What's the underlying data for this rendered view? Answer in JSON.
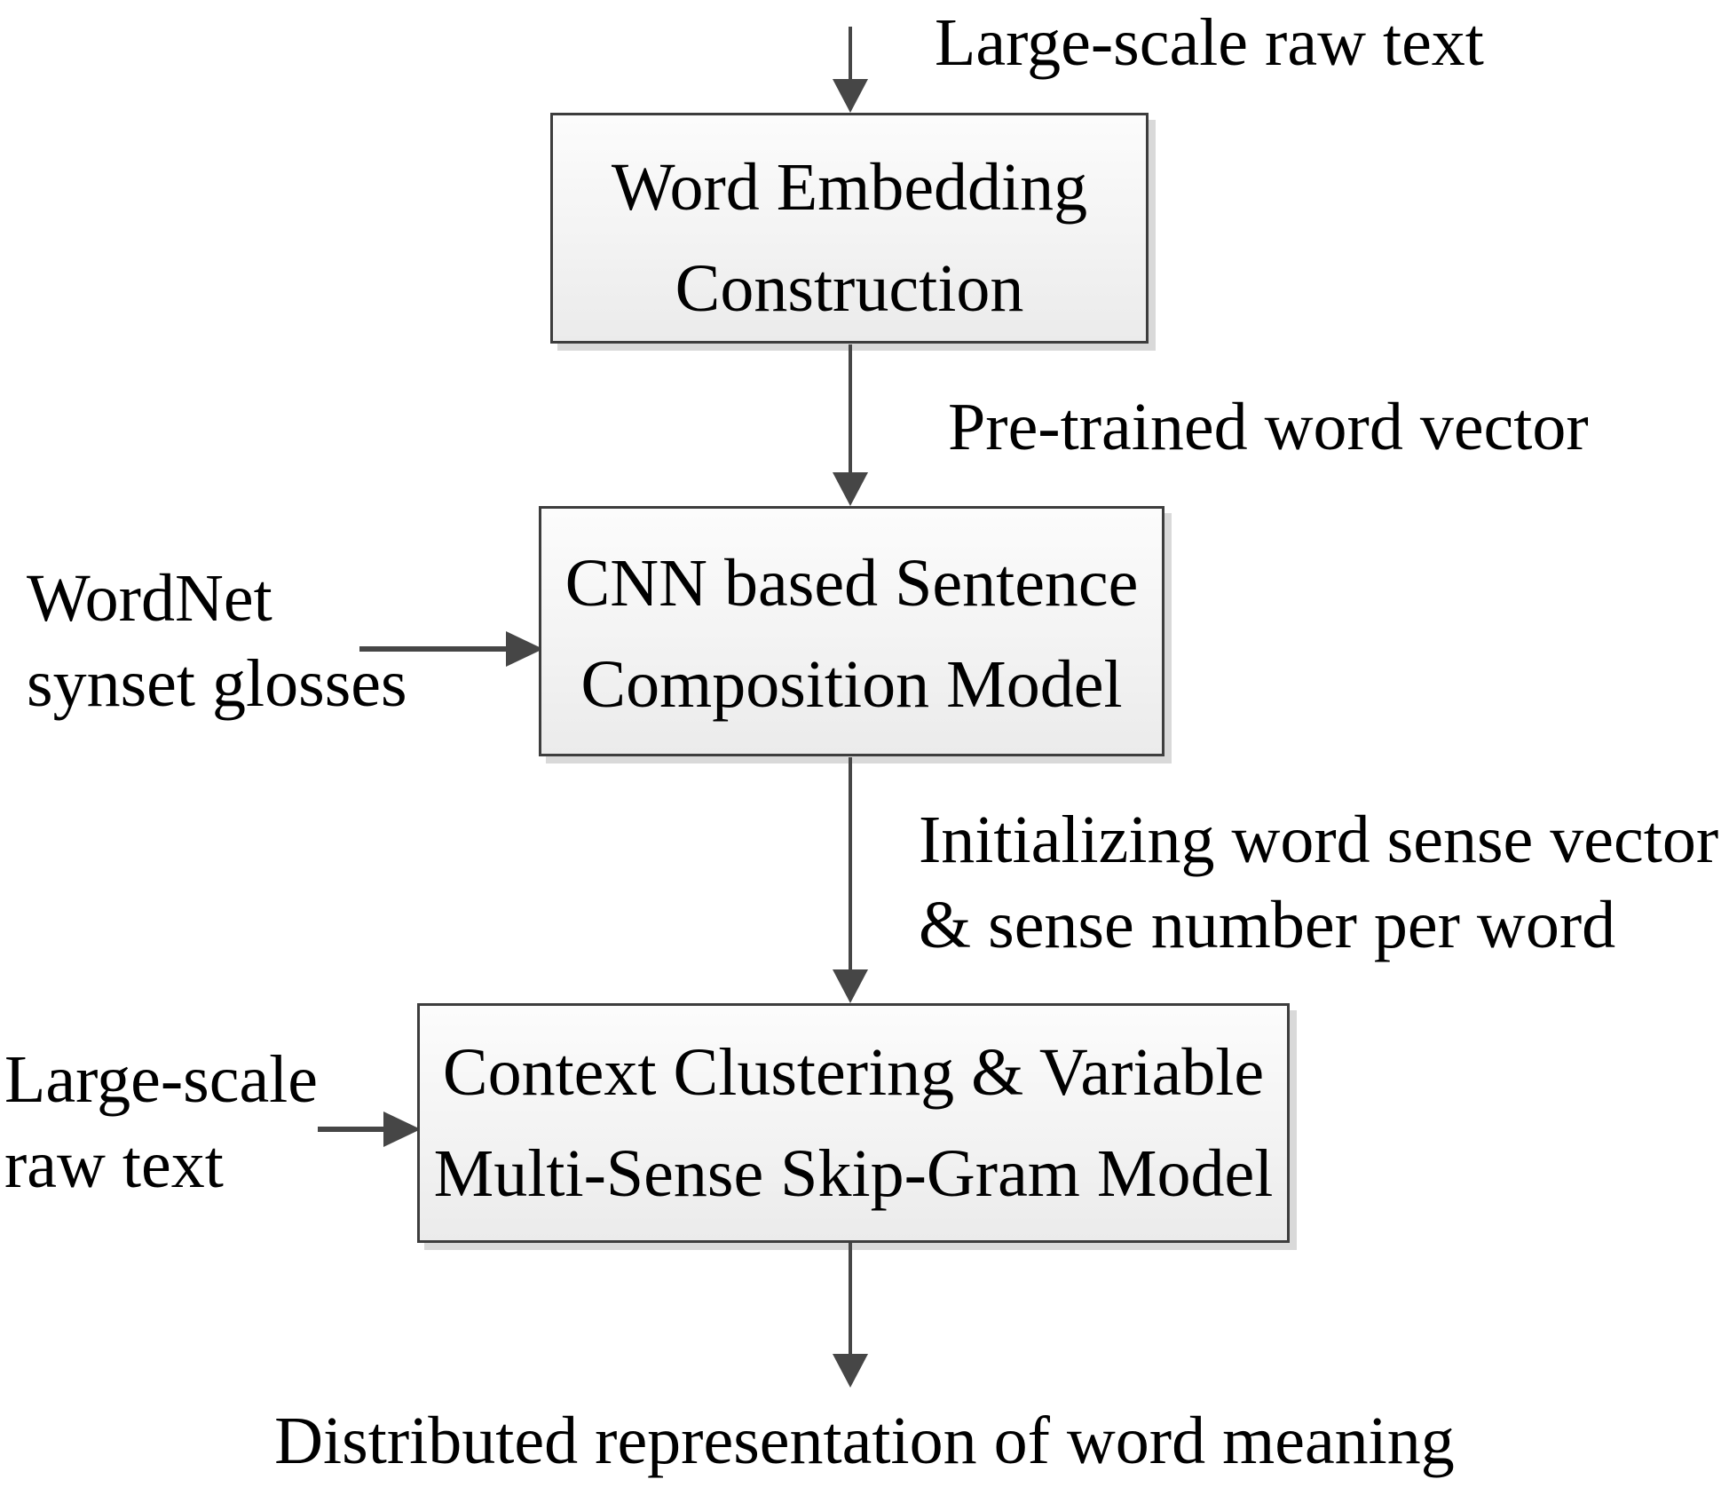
{
  "figure": {
    "type": "flowchart",
    "boxes": [
      {
        "id": "word-embedding-construction",
        "line1": "Word Embedding",
        "line2": "Construction"
      },
      {
        "id": "cnn-sentence-composition",
        "line1": "CNN based Sentence",
        "line2": "Composition Model"
      },
      {
        "id": "context-clustering-msskipgram",
        "line1": "Context Clustering & Variable",
        "line2": "Multi-Sense Skip-Gram Model"
      }
    ],
    "labels": {
      "top_input": "Large-scale raw text",
      "pretrained": "Pre-trained word vector",
      "initializing_line1": "Initializing word sense vector",
      "initializing_line2": "& sense number per word",
      "wordnet_line1": "WordNet",
      "wordnet_line2": "synset glosses",
      "largescale_line1": "Large-scale",
      "largescale_line2": "raw text",
      "output": "Distributed representation of word meaning"
    },
    "colors": {
      "background": "#ffffff",
      "text": "#000000",
      "box_border": "#3d3d3d",
      "box_fill_top": "#fcfcfc",
      "box_fill_bottom": "#ebebeb",
      "box_shadow": "#d9d9d9",
      "arrow": "#464646"
    }
  }
}
